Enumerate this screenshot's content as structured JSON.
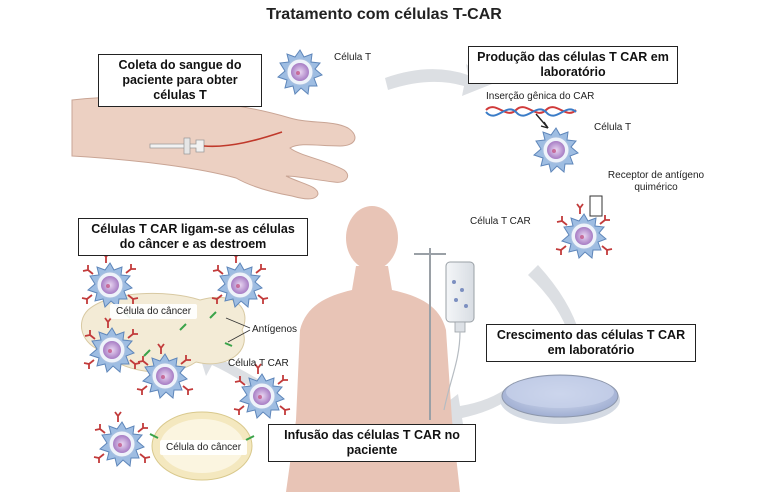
{
  "title": "Tratamento com células T-CAR",
  "steps": {
    "collection": "Coleta do sangue do paciente para obter células T",
    "production": "Produção das células T CAR em laboratório",
    "growth": "Crescimento das células T CAR em laboratório",
    "infusion": "Infusão das células T CAR no paciente",
    "binding": "Células T CAR ligam-se as células do câncer e as destroem"
  },
  "labels": {
    "t_cell_top": "Célula T",
    "gene_insertion": "Inserção gênica do CAR",
    "t_cell_right": "Célula T",
    "receptor": "Receptor de antígeno quimérico",
    "car_t_cell_right": "Célula T CAR",
    "cancer_cell_1": "Célula do câncer",
    "antigens": "Antígenos",
    "car_t_cell_left": "Célula T CAR",
    "cancer_cell_2": "Célula do câncer"
  },
  "colors": {
    "cell_spikes": "#8fb3dc",
    "cell_nucleus": "#b690cf",
    "arrow": "#d6d9dd",
    "skin": "#e6c3b4",
    "receptor": "#d03a3a",
    "antigen": "#3aa34a"
  }
}
